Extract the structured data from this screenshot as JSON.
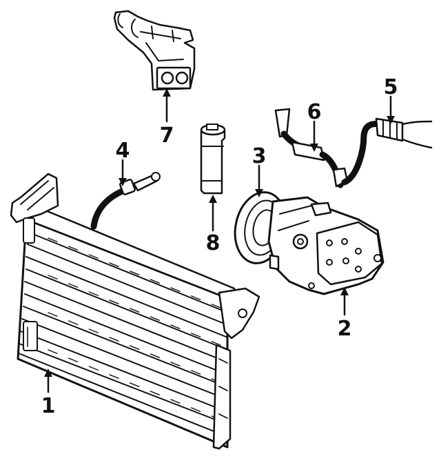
{
  "diagram": {
    "colors": {
      "ink": "#111111",
      "paper": "#ffffff"
    },
    "callouts": {
      "c1": "1",
      "c2": "2",
      "c3": "3",
      "c4": "4",
      "c5": "5",
      "c6": "6",
      "c7": "7",
      "c8": "8"
    }
  }
}
